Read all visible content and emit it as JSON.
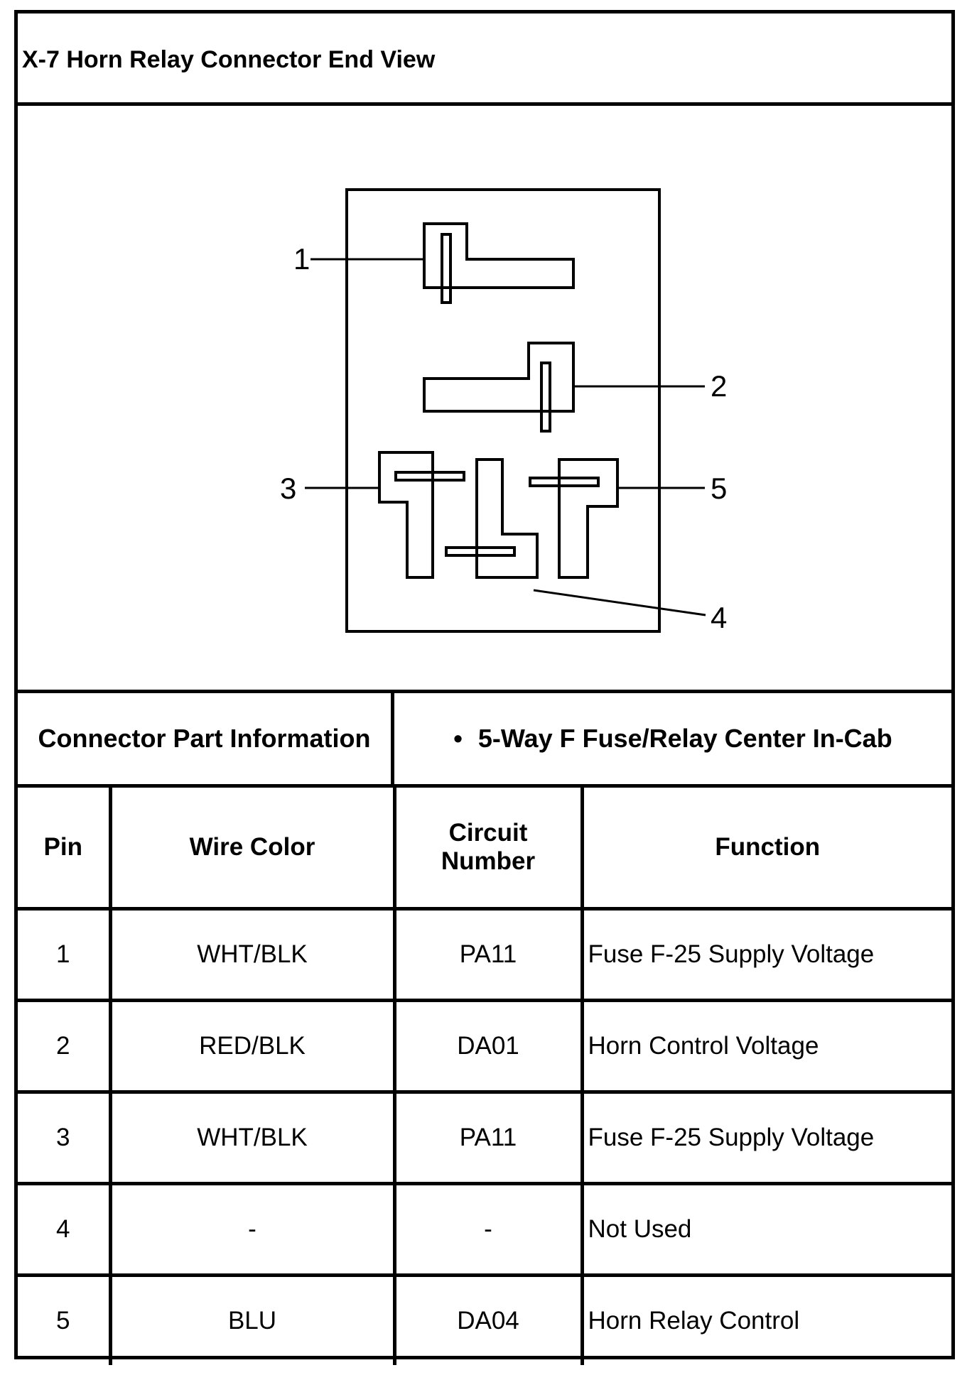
{
  "title": "X-7 Horn Relay Connector End View",
  "diagram": {
    "pin_labels": [
      "1",
      "2",
      "3",
      "4",
      "5"
    ]
  },
  "part_info": {
    "label": "Connector Part Information",
    "bullet": "•",
    "value": "5-Way F Fuse/Relay Center In-Cab"
  },
  "table": {
    "headers": {
      "pin": "Pin",
      "wire_color": "Wire Color",
      "circuit_line1": "Circuit",
      "circuit_line2": "Number",
      "function": "Function"
    },
    "rows": [
      {
        "pin": "1",
        "wire_color": "WHT/BLK",
        "circuit": "PA11",
        "function": "Fuse F-25 Supply Voltage"
      },
      {
        "pin": "2",
        "wire_color": "RED/BLK",
        "circuit": "DA01",
        "function": "Horn Control Voltage"
      },
      {
        "pin": "3",
        "wire_color": "WHT/BLK",
        "circuit": "PA11",
        "function": "Fuse F-25 Supply Voltage"
      },
      {
        "pin": "4",
        "wire_color": "-",
        "circuit": "-",
        "function": "Not Used"
      },
      {
        "pin": "5",
        "wire_color": "BLU",
        "circuit": "DA04",
        "function": "Horn Relay Control"
      }
    ]
  }
}
